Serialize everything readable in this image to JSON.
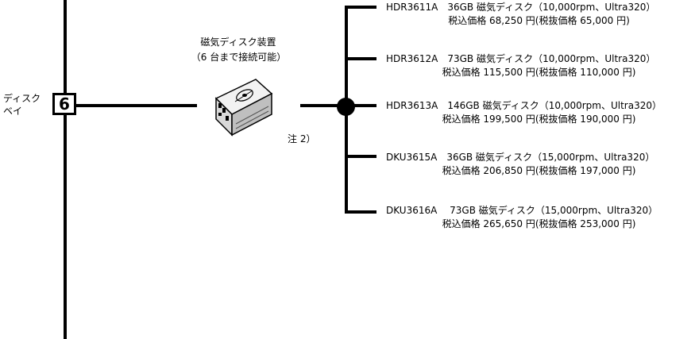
{
  "bay": {
    "label_line1": "ディスク",
    "label_line2": "ベイ",
    "number": "6"
  },
  "device": {
    "title": "磁気ディスク装置",
    "subtitle": "（6 台まで接続可能）",
    "note": "注 2）",
    "icon": "hard-disk-icon"
  },
  "options": [
    {
      "line1": "HDR3611A　36GB 磁気ディスク（10,000rpm、Ultra320）",
      "line2": "税込価格 68,250 円(税抜価格 65,000 円)"
    },
    {
      "line1": "HDR3612A　73GB 磁気ディスク（10,000rpm、Ultra320）",
      "line2": "税込価格 115,500 円(税抜価格 110,000 円)"
    },
    {
      "line1": "HDR3613A　146GB 磁気ディスク（10,000rpm、Ultra320）",
      "line2": "税込価格 199,500 円(税抜価格 190,000 円)"
    },
    {
      "line1": "DKU3615A　36GB 磁気ディスク（15,000rpm、Ultra320）",
      "line2": "税込価格 206,850 円(税抜価格 197,000 円)"
    },
    {
      "line1": "DKU3616A　 73GB 磁気ディスク（15,000rpm、Ultra320）",
      "line2": "税込価格 265,650 円(税抜価格 253,000 円)"
    }
  ]
}
